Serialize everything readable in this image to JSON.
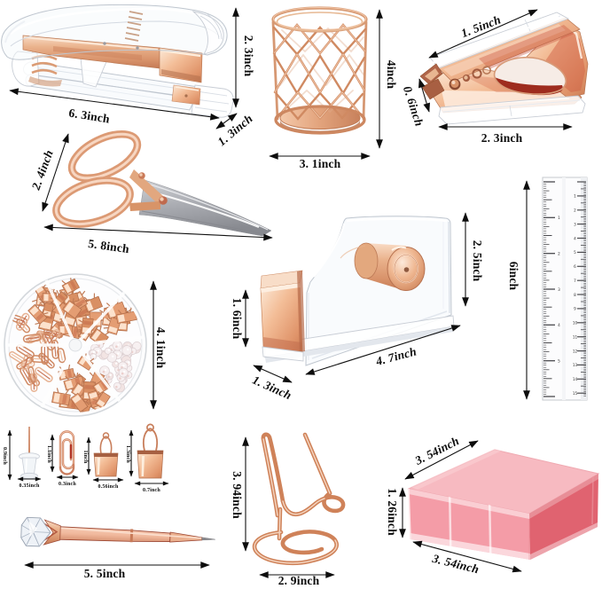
{
  "page": {
    "background": "#ffffff",
    "description": "Rose gold acrylic desk accessories set with dimension annotations"
  },
  "colors": {
    "rose_gold": "#dd9b74",
    "rose_gold_light": "#f6d4bd",
    "rose_gold_dark": "#b06a4a",
    "annotation": "#111111",
    "acrylic_edge": "#bfc6cf",
    "steel": "#b7b9be",
    "sticky_pink_top": "#f7b9c0",
    "sticky_pink_front": "#f5a3ad",
    "sticky_pink_side": "#e2707c"
  },
  "items": {
    "stapler": {
      "name": "acrylic rose gold stapler",
      "dims": {
        "length": "6. 3inch",
        "depth": "1. 3inch",
        "height": "2. 3inch"
      }
    },
    "pen_cup": {
      "name": "wire mesh pen holder cup",
      "dims": {
        "width": "3. 1inch",
        "height": "4inch"
      }
    },
    "staple_remover": {
      "name": "staple remover",
      "dims": {
        "top": "1. 5inch",
        "side": "0. 6inch",
        "width": "2. 3inch"
      }
    },
    "scissors": {
      "name": "rose gold scissors",
      "dims": {
        "handle": "2. 4inch",
        "length": "5. 8inch"
      }
    },
    "tape_dispenser": {
      "name": "acrylic tape dispenser",
      "dims": {
        "front_height": "1. 6inch",
        "back_height": "2. 5inch",
        "length": "4. 7inch",
        "depth": "1. 3inch"
      }
    },
    "ruler": {
      "name": "clear ruler",
      "dims": {
        "length": "6inch"
      },
      "cm_numbers": [
        "1",
        "2",
        "3",
        "4",
        "5",
        "6",
        "7",
        "8",
        "9",
        "10",
        "11",
        "12",
        "13",
        "14",
        "15"
      ],
      "inch_numbers": [
        "1",
        "2",
        "3",
        "4",
        "5"
      ]
    },
    "clips_box": {
      "name": "round clips assortment box",
      "dims": {
        "diameter": "4. 1inch"
      }
    },
    "push_pin": {
      "name": "push pin",
      "dims": {
        "height": "0.9inch",
        "width": "0.35inch"
      }
    },
    "paper_clip": {
      "name": "paper clip",
      "dims": {
        "height": "1.1inch",
        "width": "0.3inch"
      }
    },
    "binder_clip_small": {
      "name": "small binder clip",
      "dims": {
        "height": "1inch",
        "width": "0.56inch"
      }
    },
    "binder_clip_large": {
      "name": "large binder clip",
      "dims": {
        "height": "1.3inch",
        "width": "0.7inch"
      }
    },
    "diamond_pen": {
      "name": "diamond top ballpoint pen",
      "dims": {
        "length": "5. 5inch"
      }
    },
    "phone_stand": {
      "name": "wire phone stand",
      "dims": {
        "height": "3. 94inch",
        "width": "2. 9inch"
      }
    },
    "sticky_notes": {
      "name": "acrylic sticky note holder",
      "dims": {
        "depth": "3. 54inch",
        "height": "1. 26inch",
        "width": "3. 54inch"
      }
    }
  }
}
